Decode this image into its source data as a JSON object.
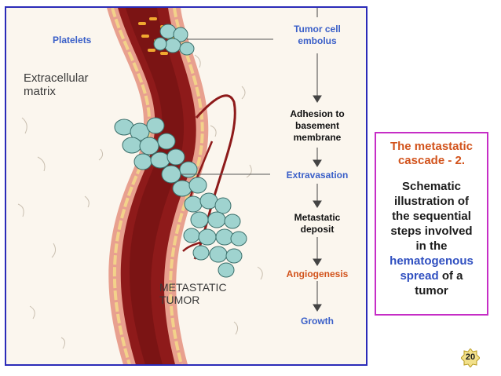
{
  "labels": {
    "platelets": "Platelets",
    "extracellular_matrix_line1": "Extracellular",
    "extracellular_matrix_line2": "matrix",
    "metastatic_tumor_line1": "METASTATIC",
    "metastatic_tumor_line2": "TUMOR"
  },
  "flow": {
    "step1_line1": "Tumor cell",
    "step1_line2": "embolus",
    "step2_line1": "Adhesion to",
    "step2_line2": "basement",
    "step2_line3": "membrane",
    "step3": "Extravasation",
    "step4_line1": "Metastatic",
    "step4_line2": "deposit",
    "step5": "Angiogenesis",
    "step6": "Growth"
  },
  "caption": {
    "title_line1": "The metastatic",
    "title_line2": "cascade - 2.",
    "body_line1": "Schematic",
    "body_line2": "illustration of",
    "body_line3": "the sequential",
    "body_line4": "steps involved",
    "body_line5": "in the",
    "body_highlight_line1": "hematogenous",
    "body_highlight_line2": "spread",
    "body_line6_suffix": "of a",
    "body_line7": "tumor"
  },
  "slide_number": "20",
  "colors": {
    "frame_border": "#2b2bb8",
    "caption_border": "#c62dc6",
    "blue_text": "#3a5fc8",
    "orange_text": "#d2531c",
    "vessel": "#8e1a1a",
    "tumor_cells": "#9fd3cf"
  }
}
